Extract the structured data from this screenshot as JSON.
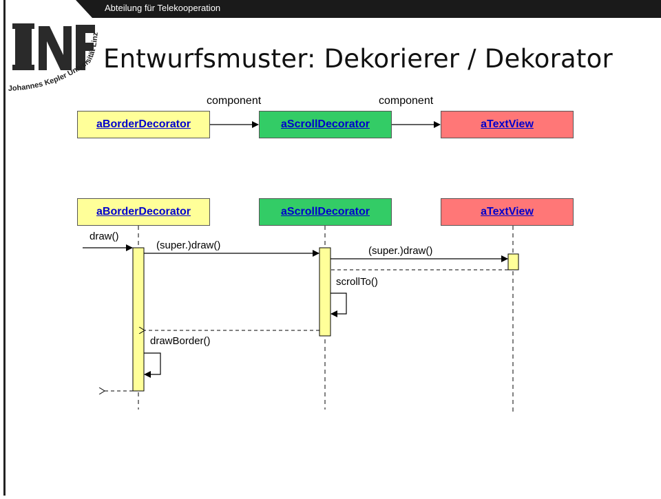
{
  "header": {
    "department": "Abteilung für Telekooperation",
    "logo_letters": "INF",
    "logo_arc_text": "Johannes Kepler Universität Linz"
  },
  "title": "Entwurfsmuster: Dekorierer / Dekorator",
  "structure_diagram": {
    "objects": [
      "aBorderDecorator",
      "aScrollDecorator",
      "aTextView"
    ],
    "links": [
      "component",
      "component"
    ]
  },
  "sequence_diagram": {
    "lifelines": [
      "aBorderDecorator",
      "aScrollDecorator",
      "aTextView"
    ],
    "messages": {
      "draw": "draw()",
      "super_draw_1": "(super.)draw()",
      "super_draw_2": "(super.)draw()",
      "scroll_to": "scrollTo()",
      "draw_border": "drawBorder()"
    }
  },
  "colors": {
    "border_decorator": "#ffff99",
    "scroll_decorator": "#33cc66",
    "text_view": "#ff7777",
    "link_text": "#0000cc",
    "activation": "#ffff99"
  }
}
